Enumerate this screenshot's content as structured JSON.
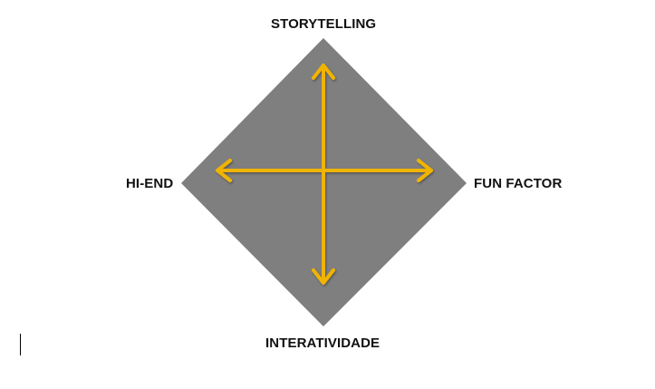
{
  "labels": {
    "top": "STORYTELLING",
    "left": "HI-END",
    "right": "FUN FACTOR",
    "bottom": "INTERATIVIDADE"
  },
  "colors": {
    "diamond": "#7f7f7f",
    "arrow": "#f0b400",
    "text": "#111111"
  }
}
